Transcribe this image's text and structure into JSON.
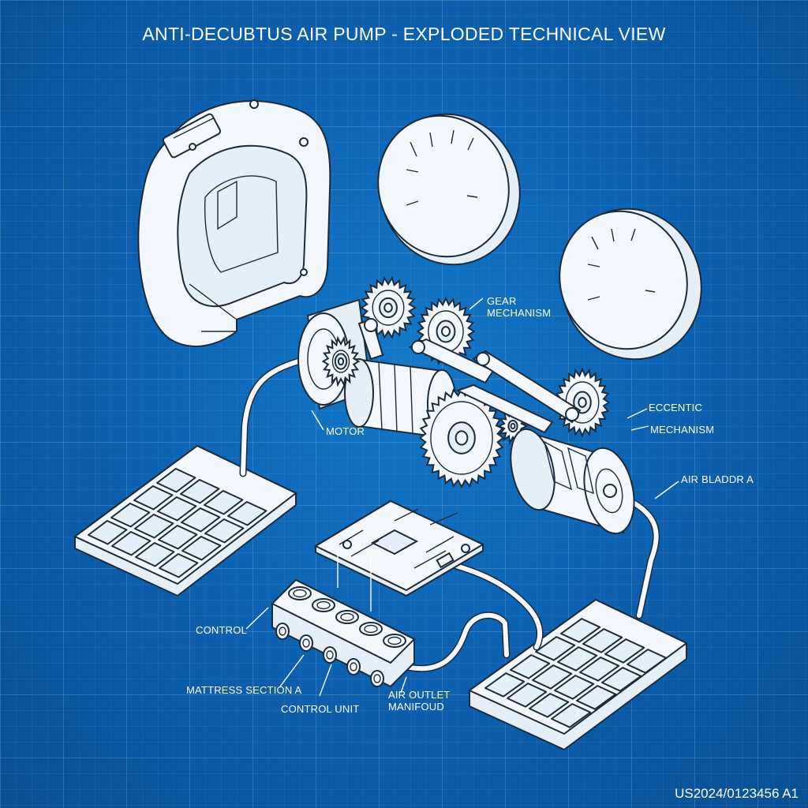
{
  "title": "ANTI-DECUBTUS AIR PUMP - EXPLODED TECHNICAL VIEW",
  "patent_number": "US2024/0123456 A1",
  "colors": {
    "background": "#0c62b2",
    "grid": "#ffffff",
    "part_fill": "#f4f8fc",
    "outline": "#1b2b3c",
    "label_text": "#ffffff"
  },
  "labels": {
    "gear_line1": "GEAR",
    "gear_line2": "MECHANISM",
    "eccentric_line1": "ECCENTIC",
    "eccentric_line2": "MECHANISM",
    "motor": "MOTOR",
    "air_bladder": "AIR BLADDR A",
    "control": "CONTROL",
    "mattress_section": "MATTRESS SECTION A",
    "control_unit": "CONTROL UNIT",
    "air_outlet_line1": "AIR OUTLET",
    "air_outlet_line2": "MANIFOUD"
  },
  "components": [
    "housing-shell",
    "cover-disc-top",
    "cover-disc-right",
    "motor",
    "gear-mechanism",
    "eccentric-mechanism",
    "air-bladder-cylinder",
    "control-pcb",
    "air-outlet-manifold",
    "mattress-section-left",
    "mattress-section-right"
  ]
}
